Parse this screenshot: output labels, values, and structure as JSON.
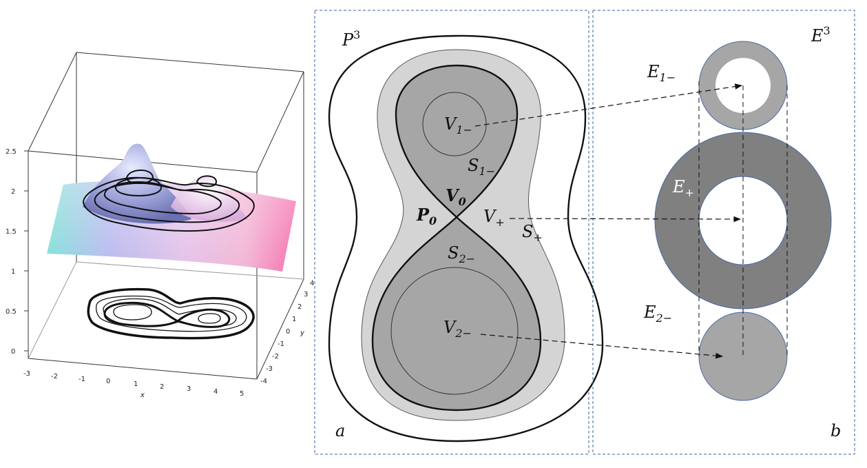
{
  "panel_3d": {
    "z_ticks": [
      "0",
      "0.5",
      "1",
      "1.5",
      "2",
      "2.5"
    ],
    "x_ticks": [
      "-3",
      "-2",
      "-1",
      "0",
      "1",
      "2",
      "3",
      "4",
      "5"
    ],
    "y_ticks": [
      "-4",
      "-3",
      "-2",
      "-1",
      "0",
      "1",
      "2",
      "3",
      "4"
    ],
    "x_label": "x",
    "y_label": "y"
  },
  "panel_a": {
    "space_label": "P",
    "space_sup": "3",
    "corner_label": "a",
    "labels": {
      "V1m": {
        "main": "V",
        "sub": "1−"
      },
      "S1m": {
        "main": "S",
        "sub": "1−"
      },
      "V0": {
        "main": "V",
        "sub": "0"
      },
      "P0": {
        "main": "P",
        "sub": "0"
      },
      "Vp": {
        "main": "V",
        "sub": "+"
      },
      "Sp": {
        "main": "S",
        "sub": "+"
      },
      "S2m": {
        "main": "S",
        "sub": "2−"
      },
      "V2m": {
        "main": "V",
        "sub": "2−"
      }
    }
  },
  "panel_b": {
    "space_label": "E",
    "space_sup": "3",
    "corner_label": "b",
    "labels": {
      "E1m": {
        "main": "E",
        "sub": "1−"
      },
      "Ep": {
        "main": "E",
        "sub": "+"
      },
      "E2m": {
        "main": "E",
        "sub": "2−"
      }
    }
  },
  "colors": {
    "outer_region": "#d4d4d4",
    "inner_region": "#a6a6a6",
    "annulus_dark": "#808080",
    "panel_border": "#3a5fa0"
  }
}
